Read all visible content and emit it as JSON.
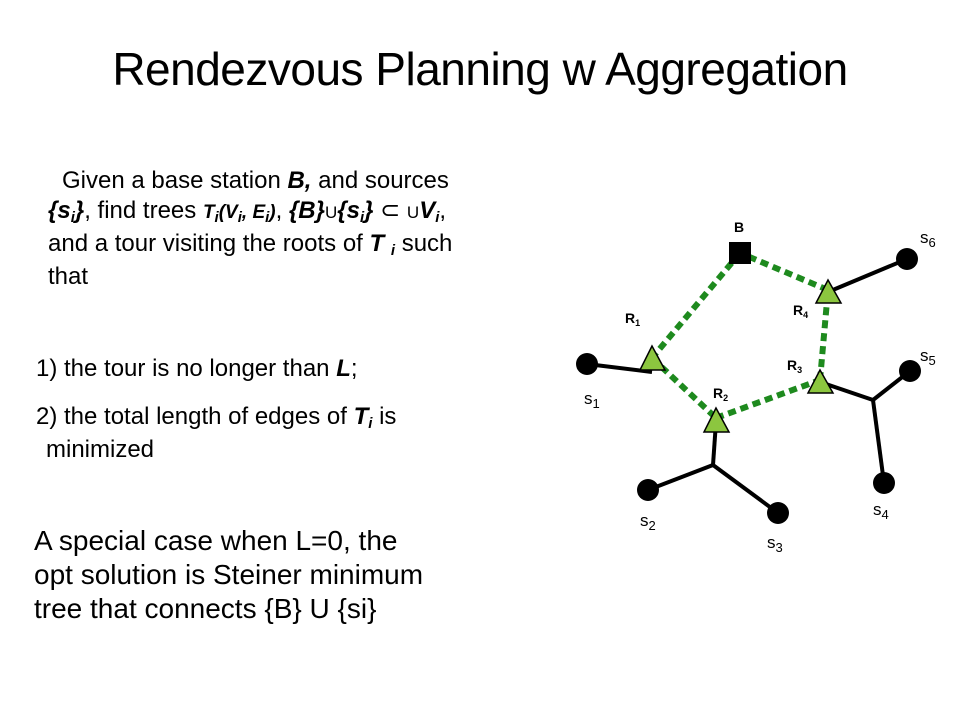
{
  "title": "Rendezvous Planning w Aggregation",
  "problem": {
    "given": "Given a base station ",
    "b": "B,",
    "and_sources": " and sources",
    "set_open": "{s",
    "i": "i",
    "set_close": "}",
    "find_trees": ", find trees ",
    "T": "T",
    "paren_open": "(V",
    "comma_e": ", E",
    "paren_close": ")",
    "comma": ", ",
    "b_set": "{B}",
    "cup": "U",
    "box": "⊂",
    "v": "V",
    "line3": "and a tour visiting the roots of ",
    "such": " such",
    "line4": "that"
  },
  "conditions": [
    {
      "pre": "1) the tour is no longer than ",
      "var": "L",
      "post": ";"
    },
    {
      "pre": "2) the total length of edges of ",
      "var": "T",
      "sub": "i",
      "post": " is",
      "line2": "minimized"
    }
  ],
  "special_case": [
    "A special case when L=0, the",
    "opt solution is Steiner minimum",
    "tree that connects {B} U {si}"
  ],
  "diagram": {
    "base": "B",
    "rendezvous": [
      {
        "main": "R",
        "sub": "1"
      },
      {
        "main": "R",
        "sub": "2"
      },
      {
        "main": "R",
        "sub": "3"
      },
      {
        "main": "R",
        "sub": "4"
      }
    ],
    "sources": [
      {
        "main": "s",
        "sub": "1"
      },
      {
        "main": "s",
        "sub": "2"
      },
      {
        "main": "s",
        "sub": "3"
      },
      {
        "main": "s",
        "sub": "4"
      },
      {
        "main": "s",
        "sub": "5"
      },
      {
        "main": "s",
        "sub": "6"
      }
    ],
    "colors": {
      "tour": "#1e8a1e",
      "triangle": "#8cc63f",
      "node": "#000000"
    }
  }
}
